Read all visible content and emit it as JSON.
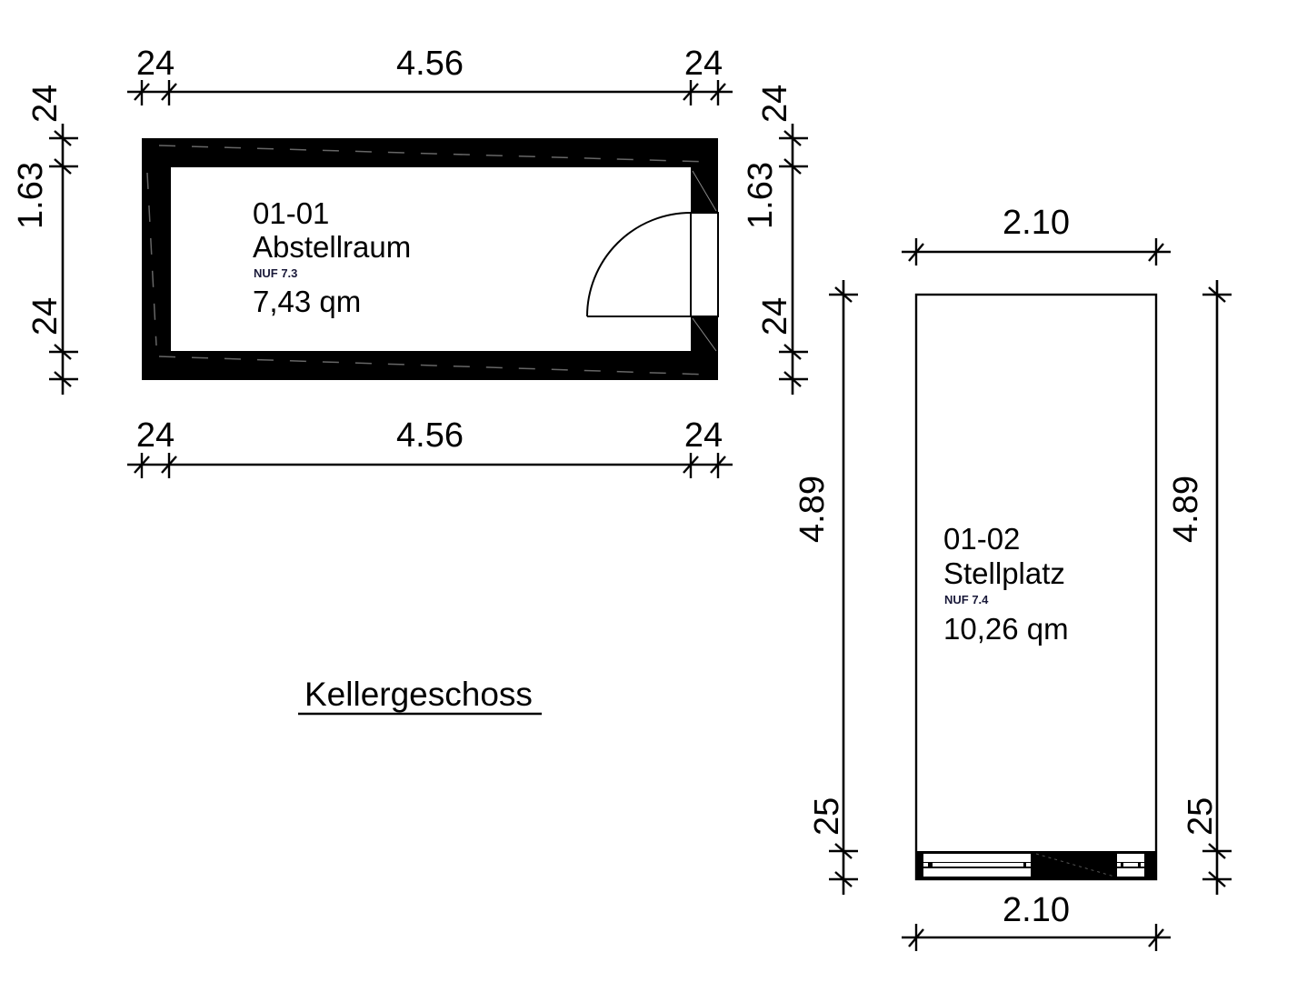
{
  "drawing": {
    "title": "Kellergeschoss",
    "rooms": [
      {
        "id": "01-01",
        "name": "Abstellraum",
        "category": "NUF 7.3",
        "area": "7,43 qm"
      },
      {
        "id": "01-02",
        "name": "Stellplatz",
        "category": "NUF 7.4",
        "area": "10,26 qm"
      }
    ],
    "dimensions": {
      "room1_top": [
        "24",
        "4.56",
        "24"
      ],
      "room1_bottom": [
        "24",
        "4.56",
        "24"
      ],
      "room1_left": [
        "24",
        "1.63",
        "24"
      ],
      "room1_right": [
        "24",
        "1.63",
        "24"
      ],
      "room2_top": [
        "2.10"
      ],
      "room2_bottom": [
        "2.10"
      ],
      "room2_left": [
        "4.89",
        "25"
      ],
      "room2_right": [
        "4.89",
        "25"
      ]
    }
  }
}
